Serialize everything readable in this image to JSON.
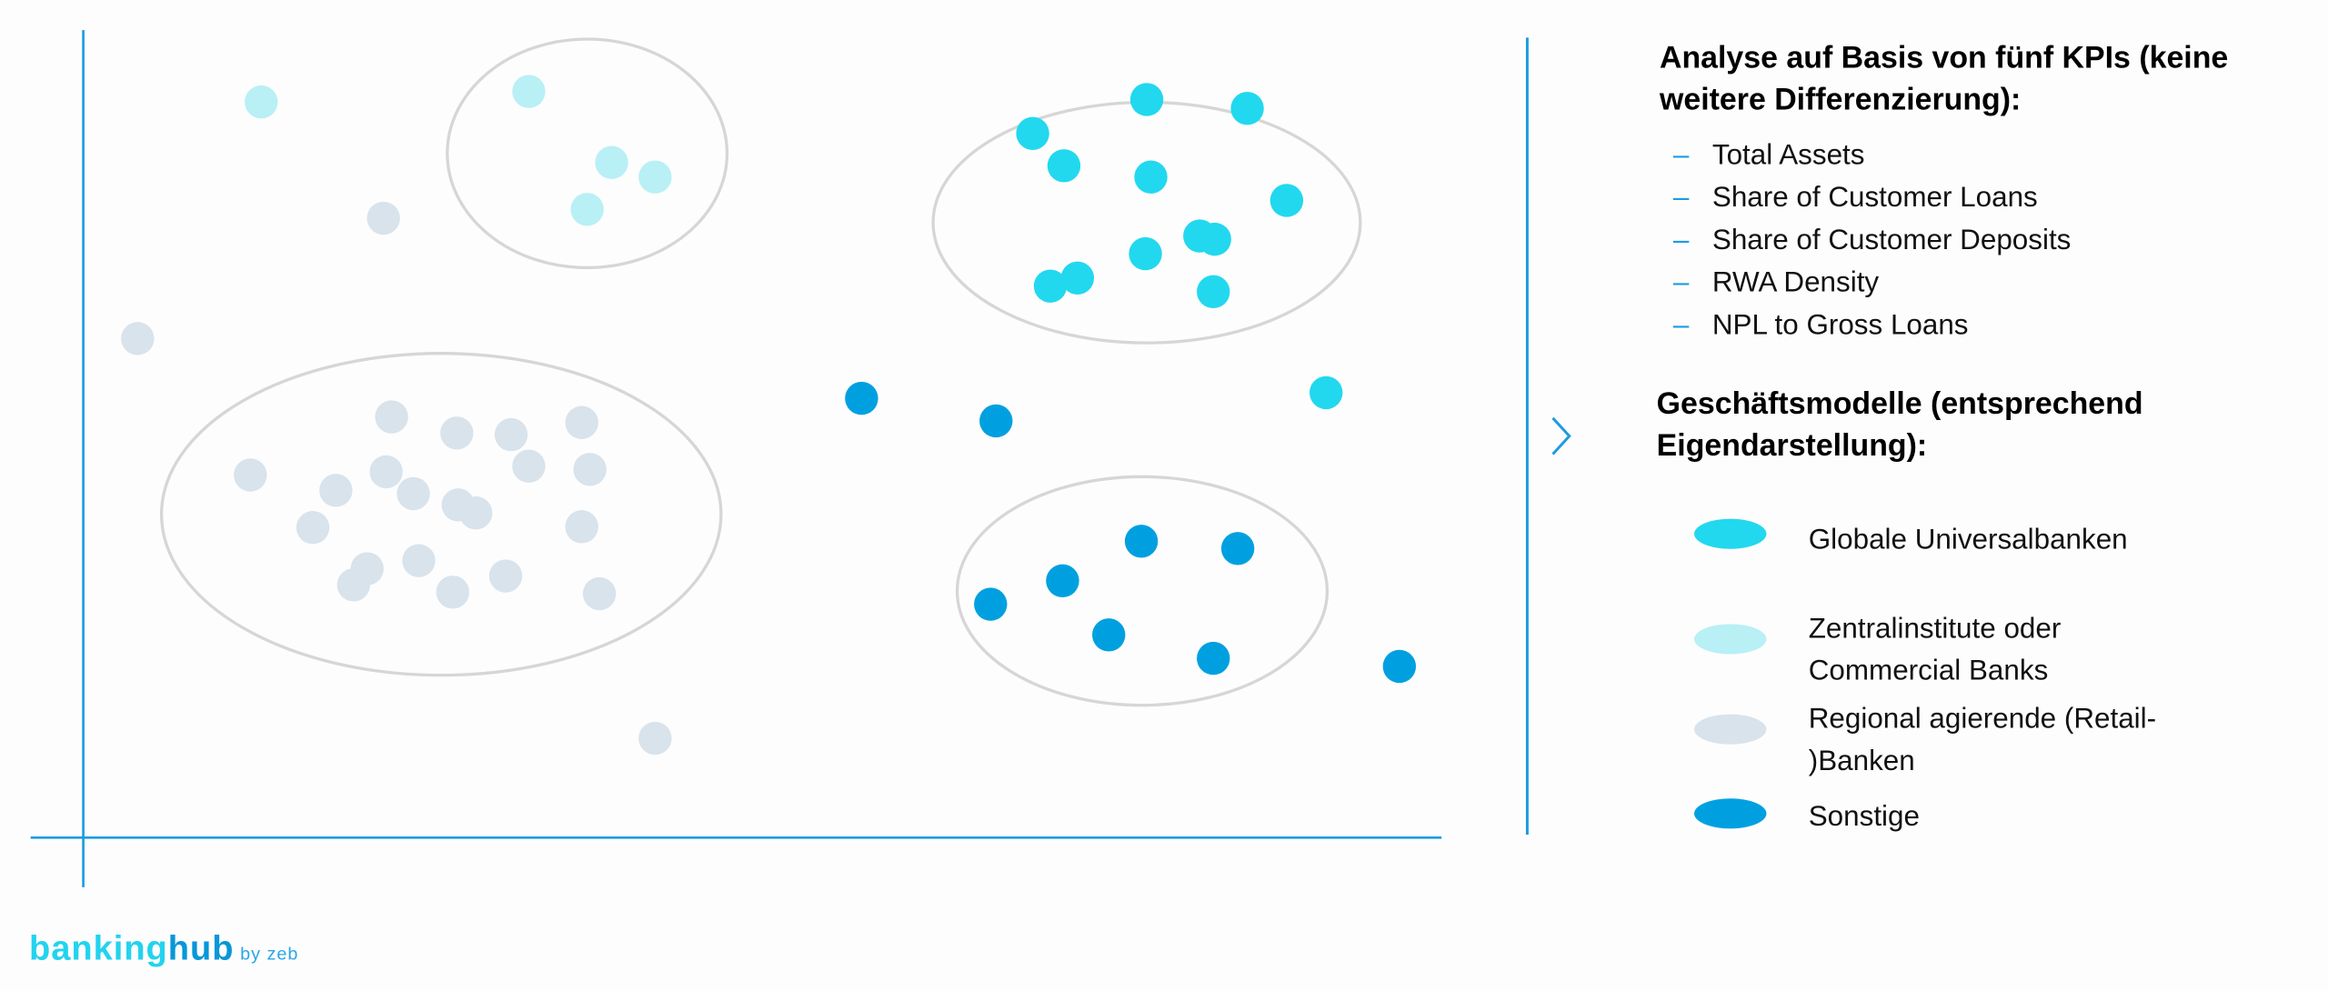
{
  "chart_data": {
    "type": "scatter",
    "title": "",
    "xlabel": "",
    "ylabel": "",
    "xlim": [
      0,
      100
    ],
    "ylim": [
      0,
      100
    ],
    "grid": false,
    "legend_placement": "right",
    "series": [
      {
        "name": "Globale Universalbanken",
        "color": "#22d8ee",
        "points": [
          [
            78.3,
            91.4
          ],
          [
            85.7,
            90.3
          ],
          [
            69.9,
            87.2
          ],
          [
            72.2,
            83.2
          ],
          [
            78.6,
            81.8
          ],
          [
            88.6,
            78.9
          ],
          [
            82.2,
            74.5
          ],
          [
            83.3,
            74.1
          ],
          [
            78.2,
            72.3
          ],
          [
            73.2,
            69.3
          ],
          [
            71.2,
            68.3
          ],
          [
            83.2,
            67.6
          ],
          [
            91.5,
            55.1
          ]
        ]
      },
      {
        "name": "Zentralinstitute oder Commercial Banks",
        "color": "#b8f0f6",
        "points": [
          [
            13.1,
            91.1
          ],
          [
            32.8,
            92.4
          ],
          [
            38.9,
            83.6
          ],
          [
            42.1,
            81.8
          ],
          [
            37.1,
            77.8
          ]
        ]
      },
      {
        "name": "Regional agierende (Retail-)Banken",
        "color": "#d8e3ec",
        "points": [
          [
            22.1,
            76.7
          ],
          [
            4.0,
            61.8
          ],
          [
            22.7,
            52.1
          ],
          [
            27.5,
            50.1
          ],
          [
            31.5,
            49.9
          ],
          [
            36.7,
            51.4
          ],
          [
            12.3,
            44.9
          ],
          [
            18.6,
            43.0
          ],
          [
            22.3,
            45.3
          ],
          [
            24.3,
            42.6
          ],
          [
            32.8,
            46.0
          ],
          [
            37.3,
            45.6
          ],
          [
            27.6,
            41.2
          ],
          [
            28.9,
            40.2
          ],
          [
            16.9,
            38.4
          ],
          [
            36.7,
            38.5
          ],
          [
            20.9,
            33.3
          ],
          [
            24.7,
            34.3
          ],
          [
            31.1,
            32.4
          ],
          [
            19.9,
            31.3
          ],
          [
            27.2,
            30.4
          ],
          [
            38.0,
            30.2
          ],
          [
            42.1,
            12.3
          ]
        ]
      },
      {
        "name": "Sonstige",
        "color": "#00a0e0",
        "points": [
          [
            57.3,
            54.4
          ],
          [
            67.2,
            51.6
          ],
          [
            77.9,
            36.7
          ],
          [
            85.0,
            35.8
          ],
          [
            72.1,
            31.8
          ],
          [
            66.8,
            28.9
          ],
          [
            75.5,
            25.1
          ],
          [
            83.2,
            22.2
          ],
          [
            96.9,
            21.2
          ]
        ]
      }
    ]
  },
  "panel": {
    "kpi_title_line1": "Analyse auf Basis von fünf KPIs (keine",
    "kpi_title_line2": "weitere Differenzierung):",
    "kpis": [
      "Total Assets",
      "Share of Customer Loans",
      "Share of Customer Deposits",
      "RWA Density",
      "NPL to Gross Loans"
    ],
    "bullet": "–",
    "models_title_line1": "Geschäftsmodelle (entsprechend",
    "models_title_line2": "Eigendarstellung):",
    "legend": [
      {
        "lines": [
          "Globale Universalbanken"
        ],
        "color": "#22d8ee"
      },
      {
        "lines": [
          "Zentralinstitute oder",
          "Commercial Banks"
        ],
        "color": "#b8f0f6"
      },
      {
        "lines": [
          "Regional agierende (Retail-",
          ")Banken"
        ],
        "color": "#d8e3ec"
      },
      {
        "lines": [
          "Sonstige"
        ],
        "color": "#00a0e0"
      }
    ]
  },
  "logo": {
    "part1": "banking",
    "part2": "hub",
    "suffix": "by zeb"
  },
  "colors": {
    "axis": "#1e9be0",
    "cluster": "#d6d6d6",
    "brand_light": "#22d3ee",
    "brand_dark": "#0797d8"
  }
}
